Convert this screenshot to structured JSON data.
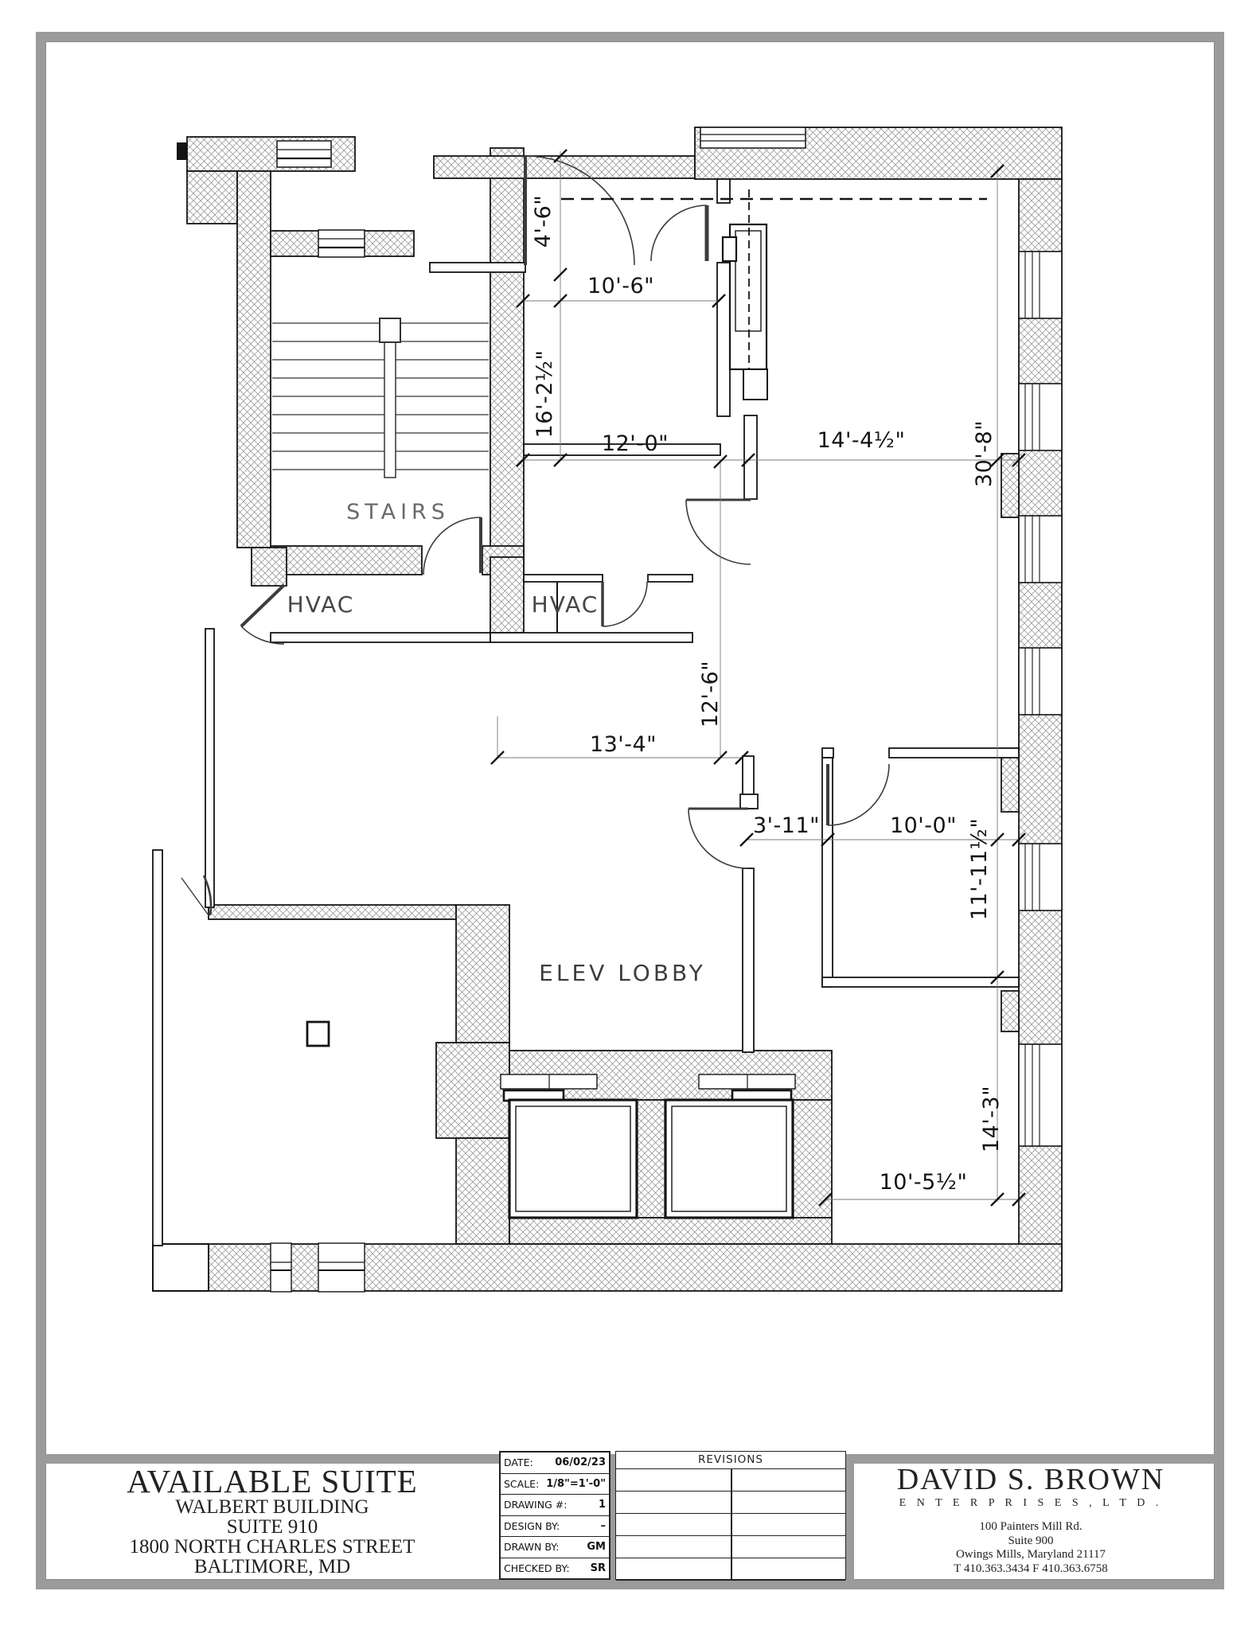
{
  "plan": {
    "room_labels": {
      "stairs": "STAIRS",
      "hvac_left": "HVAC",
      "hvac_right": "HVAC",
      "elev_lobby": "ELEV LOBBY"
    },
    "dimensions": {
      "closet_depth": "4'-6\"",
      "room1_width": "10'-6\"",
      "room1_height": "16'-2½\"",
      "room2_width": "12'-0\"",
      "room3_width": "14'-4½\"",
      "east_upper_height": "30'-8\"",
      "mid_height": "12'-6\"",
      "mid_width": "13'-4\"",
      "corridor_width": "3'-11\"",
      "room4_width": "10'-0\"",
      "room4_height": "11'-11½\"",
      "room5_height": "14'-3\"",
      "room5_width": "10'-5½\""
    }
  },
  "title_block": {
    "suite": {
      "line1": "AVAILABLE SUITE",
      "line2": "WALBERT BUILDING",
      "line3": "SUITE 910",
      "line4": "1800 NORTH CHARLES STREET",
      "line5": "BALTIMORE, MD"
    },
    "info": {
      "rows": [
        {
          "label": "DATE:",
          "value": "06/02/23"
        },
        {
          "label": "SCALE:",
          "value": "1/8\"=1'-0\""
        },
        {
          "label": "DRAWING #:",
          "value": "1"
        },
        {
          "label": "DESIGN BY:",
          "value": "–"
        },
        {
          "label": "DRAWN BY:",
          "value": "GM"
        },
        {
          "label": "CHECKED BY:",
          "value": "SR"
        }
      ]
    },
    "revisions": {
      "header": "REVISIONS"
    },
    "company": {
      "name": "DAVID S. BROWN",
      "subtitle": "E N T E R P R I S E S ,  L T D .",
      "address1": "100 Painters Mill Rd.",
      "address2": "Suite 900",
      "address3": "Owings Mills, Maryland 21117",
      "address4": "T 410.363.3434 F 410.363.6758"
    }
  }
}
